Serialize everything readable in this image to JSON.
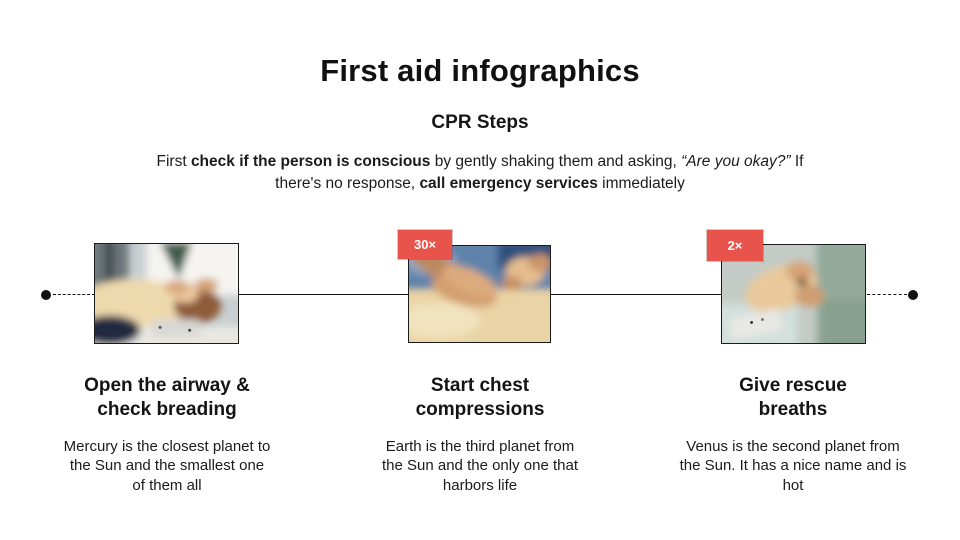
{
  "slide": {
    "title": "First aid infographics",
    "subtitle": "CPR Steps",
    "intro_segments": [
      {
        "text": "First ",
        "style": "normal"
      },
      {
        "text": "check if the person is conscious",
        "style": "bold"
      },
      {
        "text": " by gently shaking them and asking, ",
        "style": "normal"
      },
      {
        "text": "“Are you okay?”",
        "style": "italic"
      },
      {
        "text": " If there's no response, ",
        "style": "normal"
      },
      {
        "text": "call emergency services",
        "style": "bold"
      },
      {
        "text": " immediately",
        "style": "normal"
      }
    ]
  },
  "steps": [
    {
      "title": "Open the airway & check breading",
      "description": "Mercury is the closest planet to the Sun and the smallest one of them all",
      "badge": ""
    },
    {
      "title": "Start chest compressions",
      "description": "Earth is the third planet from the Sun and the only one that harbors life",
      "badge": "30×"
    },
    {
      "title": "Give rescue breaths",
      "description": "Venus is the second planet from the Sun. It has a nice name and is hot",
      "badge": "2×"
    }
  ],
  "colors": {
    "accent_badge": "#e8544b",
    "text": "#1b1b1b",
    "timeline": "#111111",
    "background": "#ffffff"
  }
}
